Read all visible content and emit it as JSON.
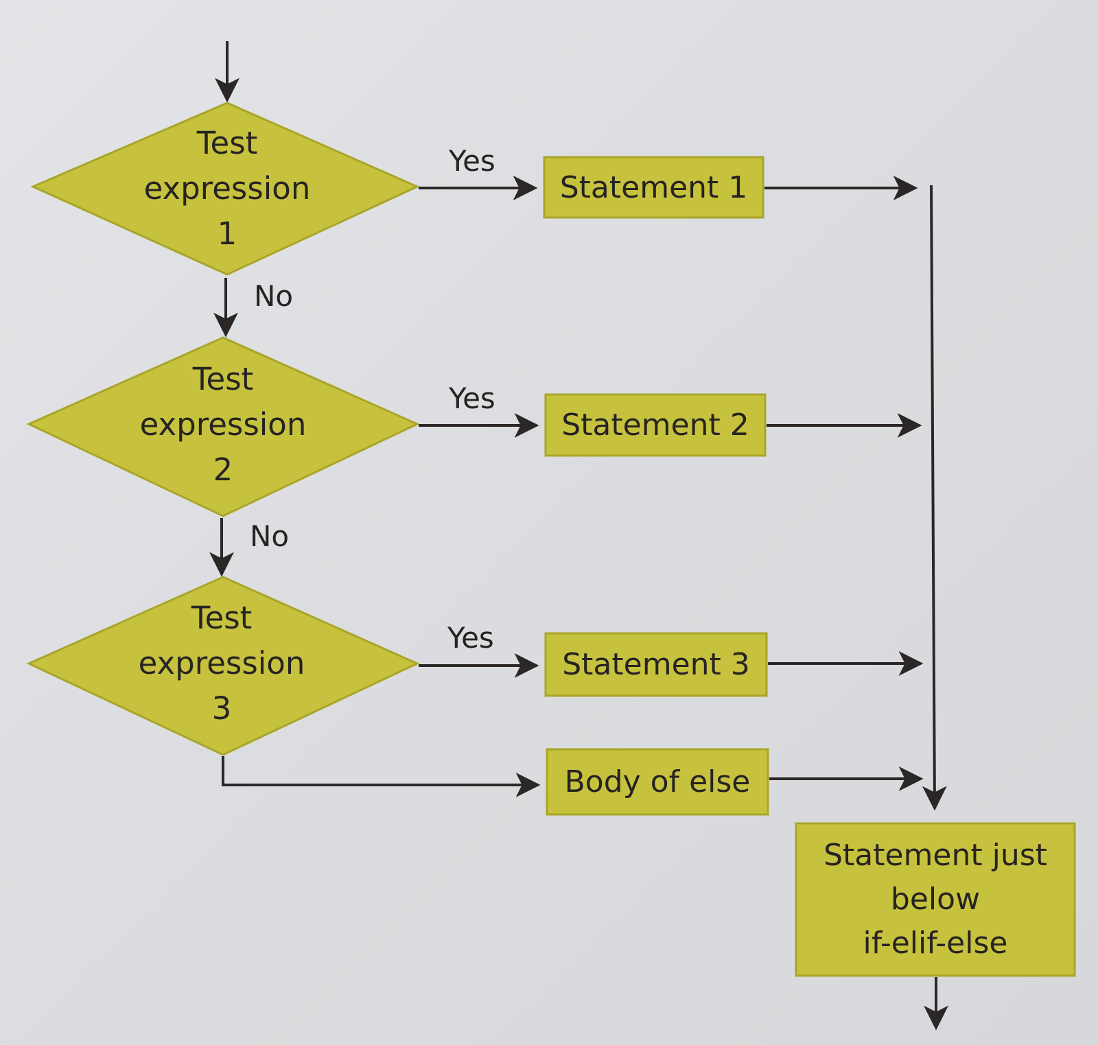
{
  "colors": {
    "shape_fill": "#c7c23e",
    "shape_stroke": "#a9a528",
    "line": "#2b2726",
    "background": "#dfe0e3"
  },
  "decisions": [
    {
      "line1": "Test",
      "line2": "expression",
      "line3": "1"
    },
    {
      "line1": "Test",
      "line2": "expression",
      "line3": "2"
    },
    {
      "line1": "Test",
      "line2": "expression",
      "line3": "3"
    }
  ],
  "statements": [
    {
      "label": "Statement 1"
    },
    {
      "label": "Statement 2"
    },
    {
      "label": "Statement 3"
    }
  ],
  "else_box": {
    "label": "Body of else"
  },
  "final_box": {
    "line1": "Statement just",
    "line2": "below",
    "line3": "if-elif-else"
  },
  "edges": {
    "yes_label": "Yes",
    "no_label": "No"
  }
}
